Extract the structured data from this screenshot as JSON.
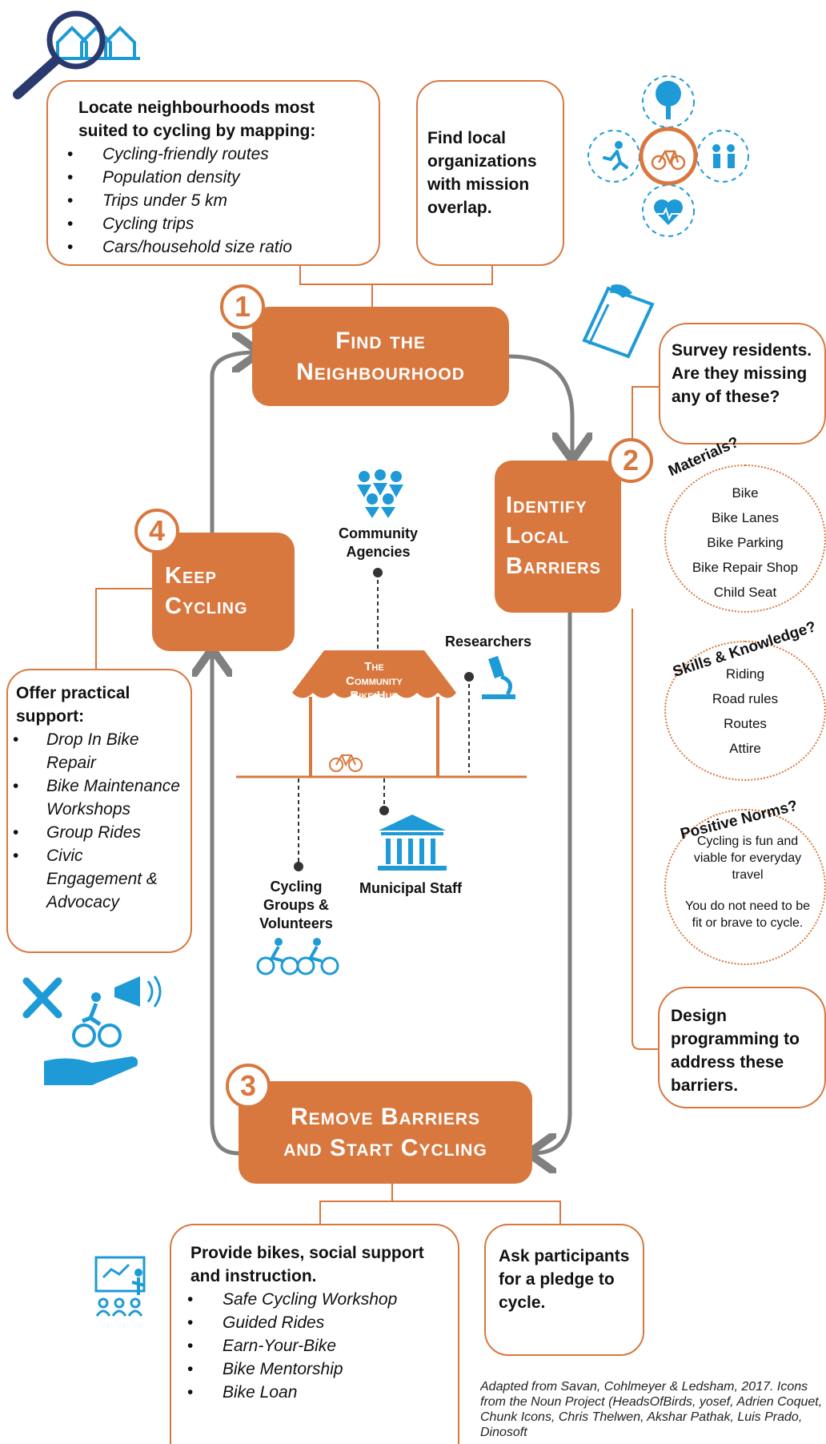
{
  "colors": {
    "accent": "#d8783f",
    "icon": "#1e9ad6",
    "line": "#808080",
    "text": "#111111"
  },
  "stages": [
    {
      "number": "1",
      "line1": "Find the",
      "line2": "Neighbourhood"
    },
    {
      "number": "2",
      "line1": "Identify",
      "line2": "Local",
      "line3": "Barriers"
    },
    {
      "number": "3",
      "line1": "Remove Barriers",
      "line2": "and Start Cycling"
    },
    {
      "number": "4",
      "line1": "Keep",
      "line2": "Cycling"
    }
  ],
  "locate": {
    "heading": "Locate neighbourhoods most suited to cycling by mapping:",
    "items": [
      "Cycling-friendly routes",
      "Population density",
      "Trips under 5 km",
      "Cycling trips",
      "Cars/household size ratio"
    ]
  },
  "orgs": {
    "text": "Find local organizations with mission overlap."
  },
  "survey": {
    "text": "Survey residents. Are they missing any of these?"
  },
  "materials": {
    "title": "Materials?",
    "items": [
      "Bike",
      "Bike Lanes",
      "Bike Parking",
      "Bike Repair Shop",
      "Child Seat"
    ]
  },
  "skills": {
    "title": "Skills & Knowledge?",
    "items": [
      "Riding",
      "Road rules",
      "Routes",
      "Attire"
    ]
  },
  "norms": {
    "title": "Positive Norms?",
    "statement1": "Cycling is fun and viable for everyday travel",
    "statement2": "You do not need to be fit or brave to cycle."
  },
  "design": {
    "text": "Design programming to address these barriers."
  },
  "support": {
    "heading": "Offer practical support:",
    "items": [
      "Drop In Bike Repair",
      "Bike Maintenance Workshops",
      "Group Rides",
      "Civic Engagement & Advocacy"
    ]
  },
  "provide": {
    "heading": "Provide bikes, social support and instruction.",
    "items": [
      "Safe Cycling Workshop",
      "Guided Rides",
      "Earn-Your-Bike",
      "Bike Mentorship",
      "Bike Loan"
    ]
  },
  "pledge": {
    "text": "Ask participants for a pledge to cycle."
  },
  "hub": {
    "sign_line1": "The",
    "sign_line2": "Community",
    "sign_line3": "Bike Hub",
    "community_agencies": "Community Agencies",
    "researchers": "Researchers",
    "cycling_groups": "Cycling Groups & Volunteers",
    "municipal_staff": "Municipal Staff"
  },
  "credit": "Adapted from Savan, Cohlmeyer & Ledsham, 2017. Icons from the Noun Project (HeadsOfBirds, yosef, Adrien Coquet, Chunk Icons, Chris Thelwen, Akshar Pathak, Luis Prado, Dinosoft"
}
